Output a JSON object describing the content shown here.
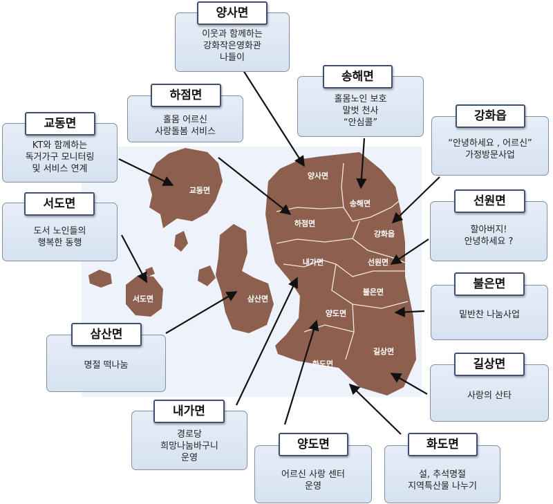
{
  "colors": {
    "land": "#8c5f4e",
    "land_border": "#f3e9e3",
    "backdrop": "#eef3fb",
    "arrow": "#111111"
  },
  "map_labels": {
    "gyodong": "교동면",
    "seodo": "서도면",
    "samsan": "삼산면",
    "yangsa": "양사면",
    "songhae": "송해면",
    "hajeom": "하점면",
    "ganghwa": "강화읍",
    "naega": "내가면",
    "seonwon": "선원면",
    "bureun": "불은면",
    "yangdo": "양도면",
    "gilsang": "길상면",
    "hwado": "화도면"
  },
  "cards": [
    {
      "id": "yangsa",
      "title": "양사면",
      "desc": "이웃과 함께하는\n강화작은영화관\n나들이"
    },
    {
      "id": "songhae",
      "title": "송해면",
      "desc": "홀몸노인 보호\n말벗 천사\n“안심콜”"
    },
    {
      "id": "hajeom",
      "title": "하점면",
      "desc": "홀몸 어르신\n사랑돌봄 서비스"
    },
    {
      "id": "gyodong",
      "title": "교동면",
      "desc": "KT와 함께하는\n독거가구 모니터링\n및 서비스 연계"
    },
    {
      "id": "ganghwa",
      "title": "강화읍",
      "desc": "“안녕하세요 , 어르신”\n가정방문사업"
    },
    {
      "id": "seodo",
      "title": "서도면",
      "desc": "도서 노인들의\n행복한 동행"
    },
    {
      "id": "seonwon",
      "title": "선원면",
      "desc": "할아버지!\n안녕하세요 ?"
    },
    {
      "id": "bureun",
      "title": "불은면",
      "desc": "밑반찬 나눔사업"
    },
    {
      "id": "samsan",
      "title": "삼산면",
      "desc": "명절 떡나눔"
    },
    {
      "id": "gilsang",
      "title": "길상면",
      "desc": "사랑의 산타"
    },
    {
      "id": "naega",
      "title": "내가면",
      "desc": "경로당\n희망나눔바구니\n운영"
    },
    {
      "id": "yangdo",
      "title": "양도면",
      "desc": "어르신 사랑 센터\n운영"
    },
    {
      "id": "hwado",
      "title": "화도면",
      "desc": "설, 추석명절\n지역특산물 나누기"
    }
  ]
}
